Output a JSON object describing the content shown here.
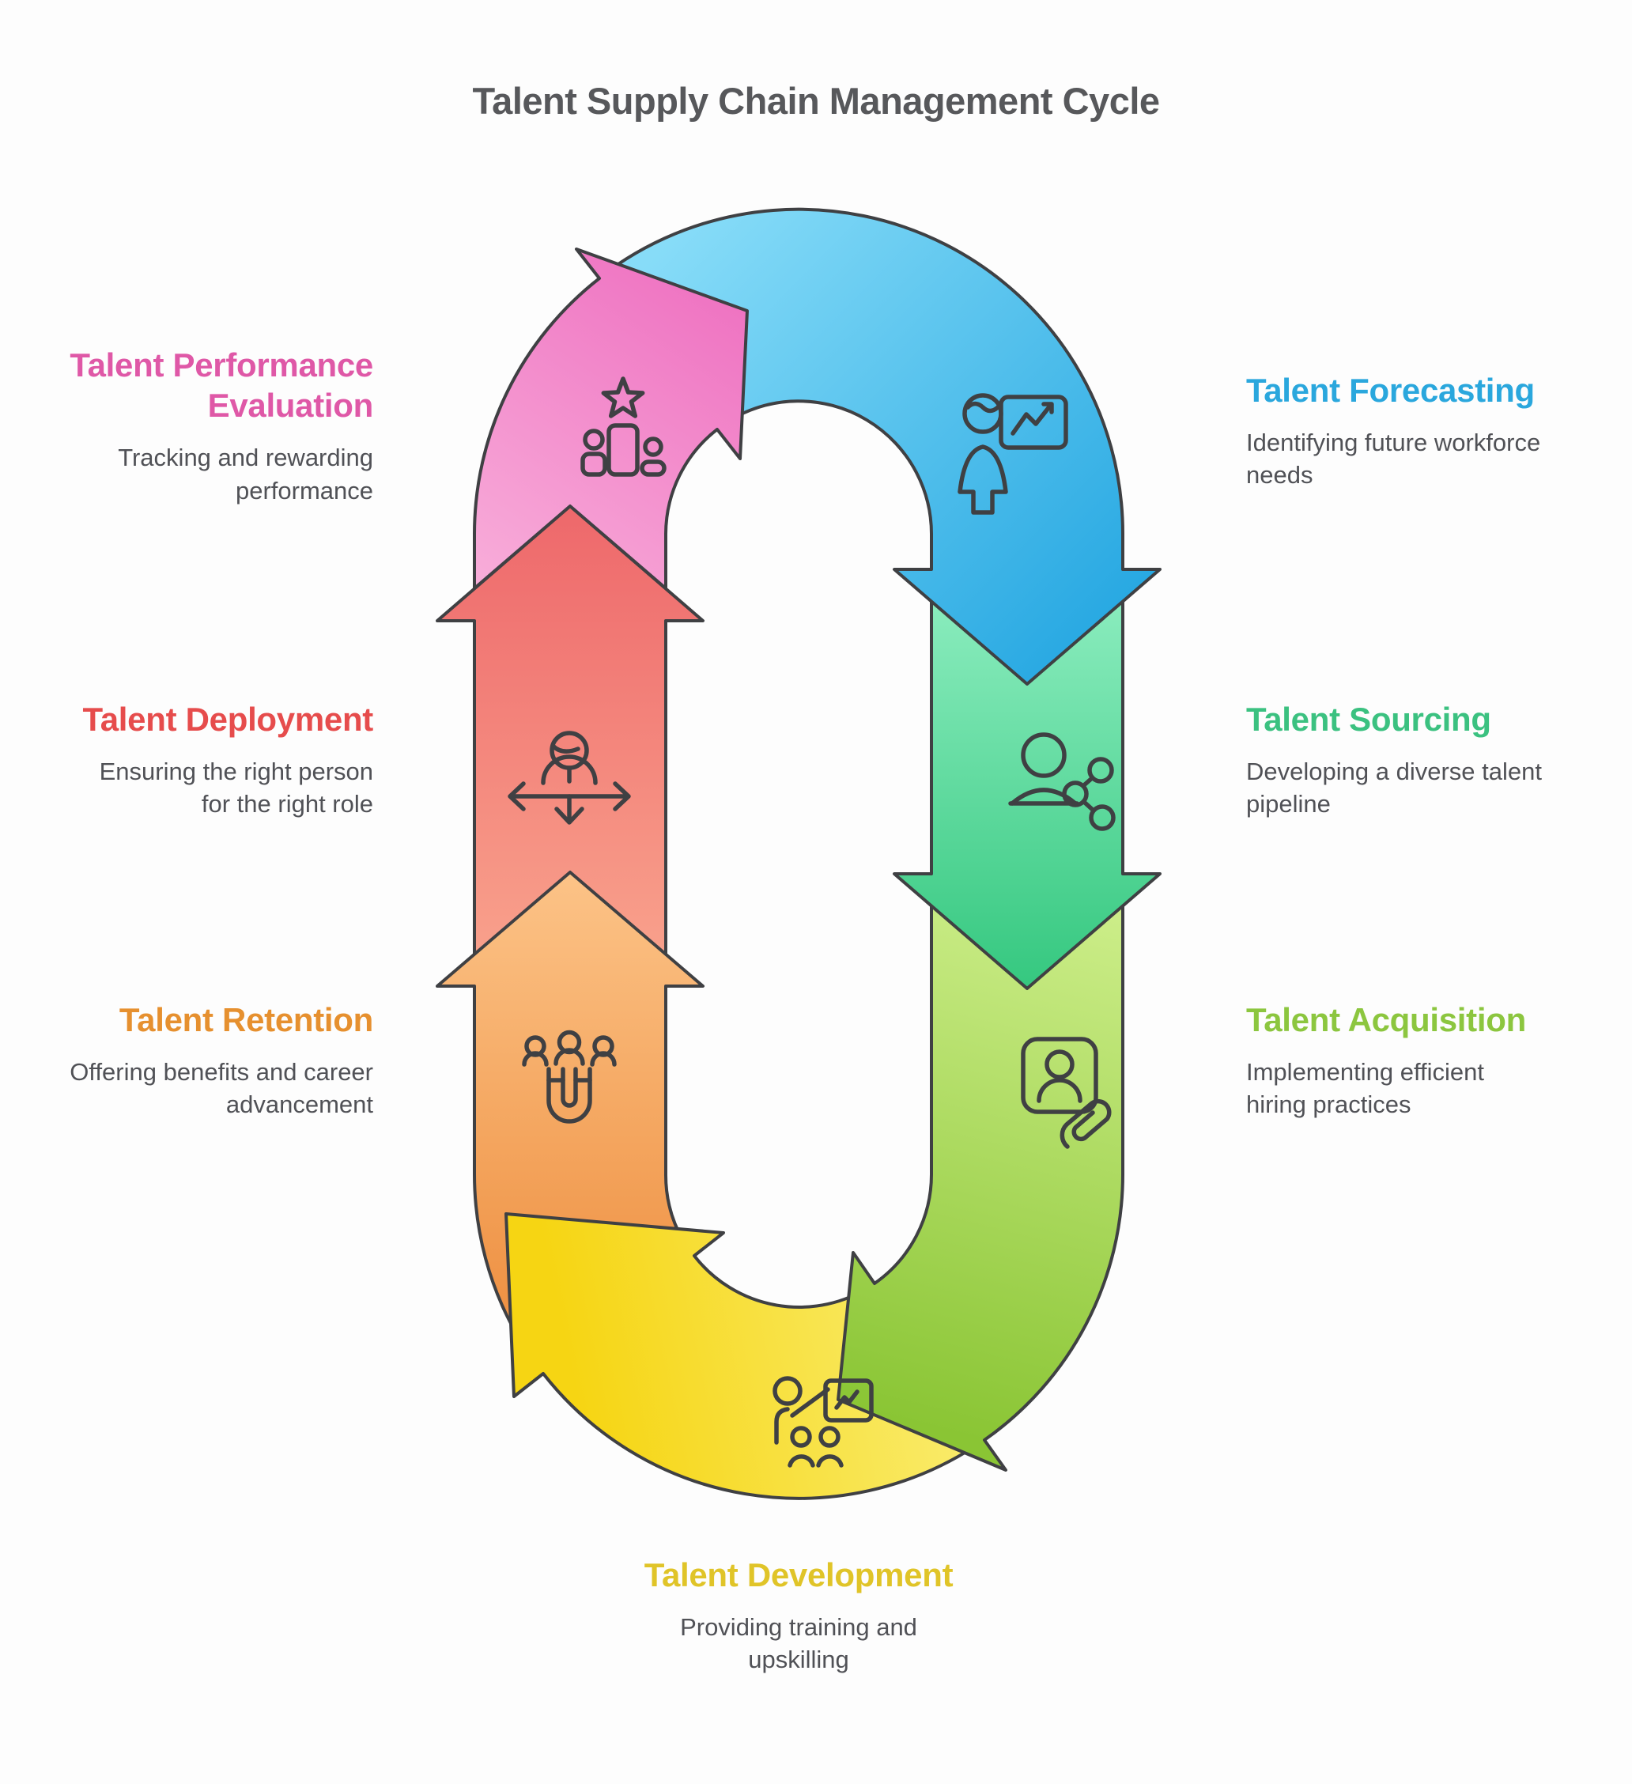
{
  "title": "Talent Supply Chain Management Cycle",
  "stages": [
    {
      "id": "performance",
      "title": "Talent Performance Evaluation",
      "description": "Tracking and rewarding performance",
      "color": "#df58a7",
      "icon": "podium-star-icon"
    },
    {
      "id": "forecasting",
      "title": "Talent Forecasting",
      "description": "Identifying future workforce needs",
      "color": "#2aa7dd",
      "icon": "presenter-chart-icon"
    },
    {
      "id": "sourcing",
      "title": "Talent Sourcing",
      "description": "Developing a diverse talent pipeline",
      "color": "#3bc180",
      "icon": "person-network-icon"
    },
    {
      "id": "acquisition",
      "title": "Talent Acquisition",
      "description": "Implementing efficient hiring practices",
      "color": "#8cc63f",
      "icon": "id-card-paperclip-icon"
    },
    {
      "id": "development",
      "title": "Talent Development",
      "description": "Providing training and upskilling",
      "color": "#e0c428",
      "icon": "trainer-board-icon"
    },
    {
      "id": "retention",
      "title": "Talent Retention",
      "description": "Offering benefits and career advancement",
      "color": "#e6902f",
      "icon": "magnet-people-icon"
    },
    {
      "id": "deployment",
      "title": "Talent Deployment",
      "description": "Ensuring the right person for the right role",
      "color": "#e64c4c",
      "icon": "person-directions-icon"
    }
  ],
  "colors": {
    "outline": "#3f4043",
    "pink_light": "#f9b3dc",
    "pink_dark": "#ee6fc0",
    "blue_light": "#87dcf8",
    "blue_dark": "#27a8e2",
    "green_light": "#8feec1",
    "green_dark": "#33c77e",
    "lightgreen_light": "#cdee8a",
    "lightgreen_dark": "#8ac534",
    "yellow_light": "#faf07d",
    "yellow_dark": "#f6d513",
    "orange_light": "#fcc387",
    "orange_dark": "#ee8f40",
    "red_light": "#f9a38d",
    "red_dark": "#ee686b"
  }
}
